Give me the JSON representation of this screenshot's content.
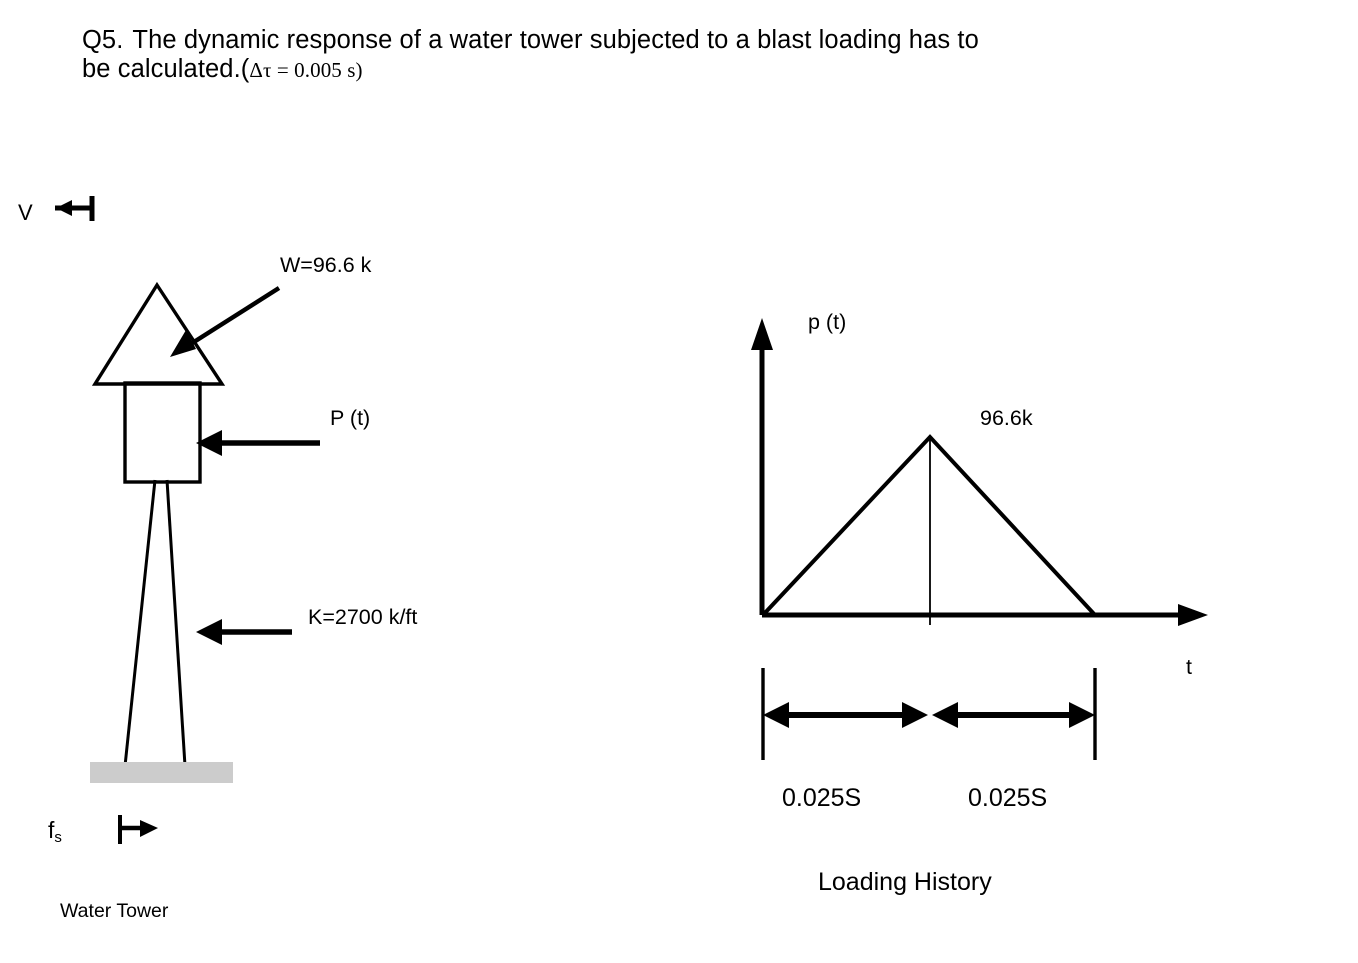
{
  "question": {
    "number": "Q5.",
    "line1": "The dynamic response of a water tower subjected to a blast loading has to",
    "line2_prefix": "be calculated.(",
    "line2_math": "Δτ = 0.005 s",
    "line2_suffix": ")"
  },
  "tower_figure": {
    "caption": "Water Tower",
    "velocity_label": "V",
    "weight_label": "W=96.6 k",
    "load_label": "P (t)",
    "stiffness_label": "K=2700 k/ft",
    "spring_force_label": "f",
    "spring_force_sub": "s",
    "base_color": "#cccccc"
  },
  "loading_figure": {
    "caption": "Loading History",
    "y_axis_label": "p (t)",
    "x_axis_label": "t",
    "peak_label": "96.6k",
    "dimension_1": "0.025S",
    "dimension_2": "0.025S"
  },
  "chart_data": {
    "type": "line",
    "title": "Loading History",
    "xlabel": "t",
    "ylabel": "p (t)",
    "x": [
      0,
      0.025,
      0.05
    ],
    "y": [
      0,
      96.6,
      0
    ],
    "units": {
      "x": "s",
      "y": "k"
    },
    "peak_value": 96.6,
    "rise_time": 0.025,
    "decay_time": 0.025,
    "total_duration": 0.05,
    "annotations": [
      "96.6k",
      "0.025S",
      "0.025S"
    ],
    "grid": false,
    "legend": false
  }
}
